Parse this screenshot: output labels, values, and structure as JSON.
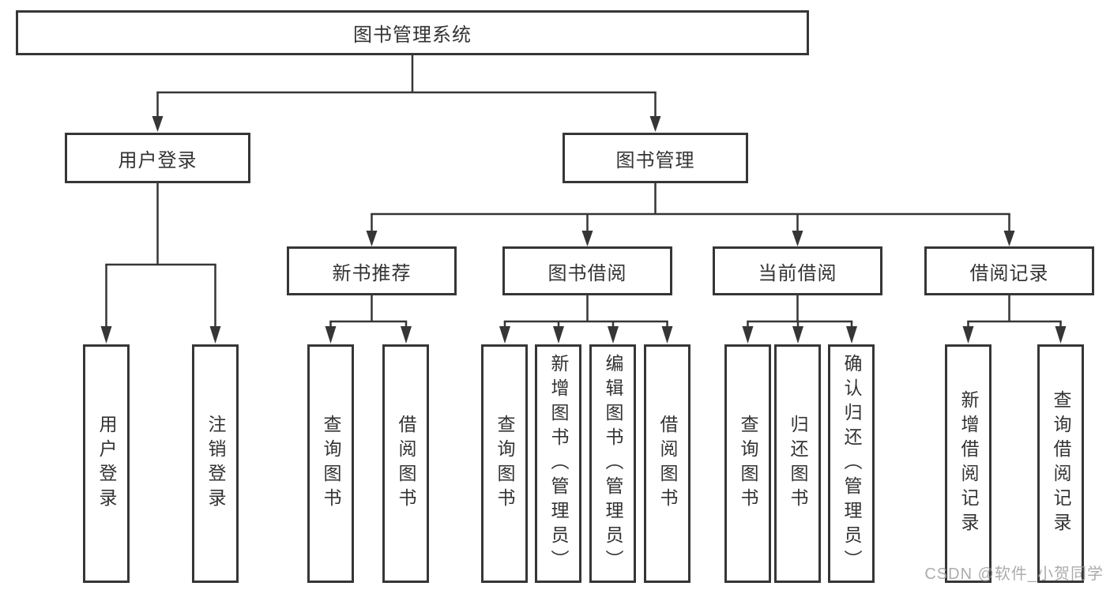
{
  "diagram": {
    "type": "tree",
    "root": {
      "label": "图书管理系统"
    },
    "branches": [
      {
        "label": "用户登录",
        "children": [
          {
            "label": "用户登录"
          },
          {
            "label": "注销登录"
          }
        ]
      },
      {
        "label": "图书管理",
        "children": [
          {
            "label": "新书推荐",
            "children": [
              {
                "label": "查询图书"
              },
              {
                "label": "借阅图书"
              }
            ]
          },
          {
            "label": "图书借阅",
            "children": [
              {
                "label": "查询图书"
              },
              {
                "label": "新增图书（管理员）"
              },
              {
                "label": "编辑图书（管理员）"
              },
              {
                "label": "借阅图书"
              }
            ]
          },
          {
            "label": "当前借阅",
            "children": [
              {
                "label": "查询图书"
              },
              {
                "label": "归还图书"
              },
              {
                "label": "确认归还（管理员）"
              }
            ]
          },
          {
            "label": "借阅记录",
            "children": [
              {
                "label": "新增借阅记录"
              },
              {
                "label": "查询借阅记录"
              }
            ]
          }
        ]
      }
    ]
  },
  "watermark": {
    "text": "CSDN @软件_小贺同学"
  },
  "colors": {
    "line": "#363636",
    "text": "#333333",
    "background": "#ffffff",
    "watermark": "#9e9e9e"
  }
}
